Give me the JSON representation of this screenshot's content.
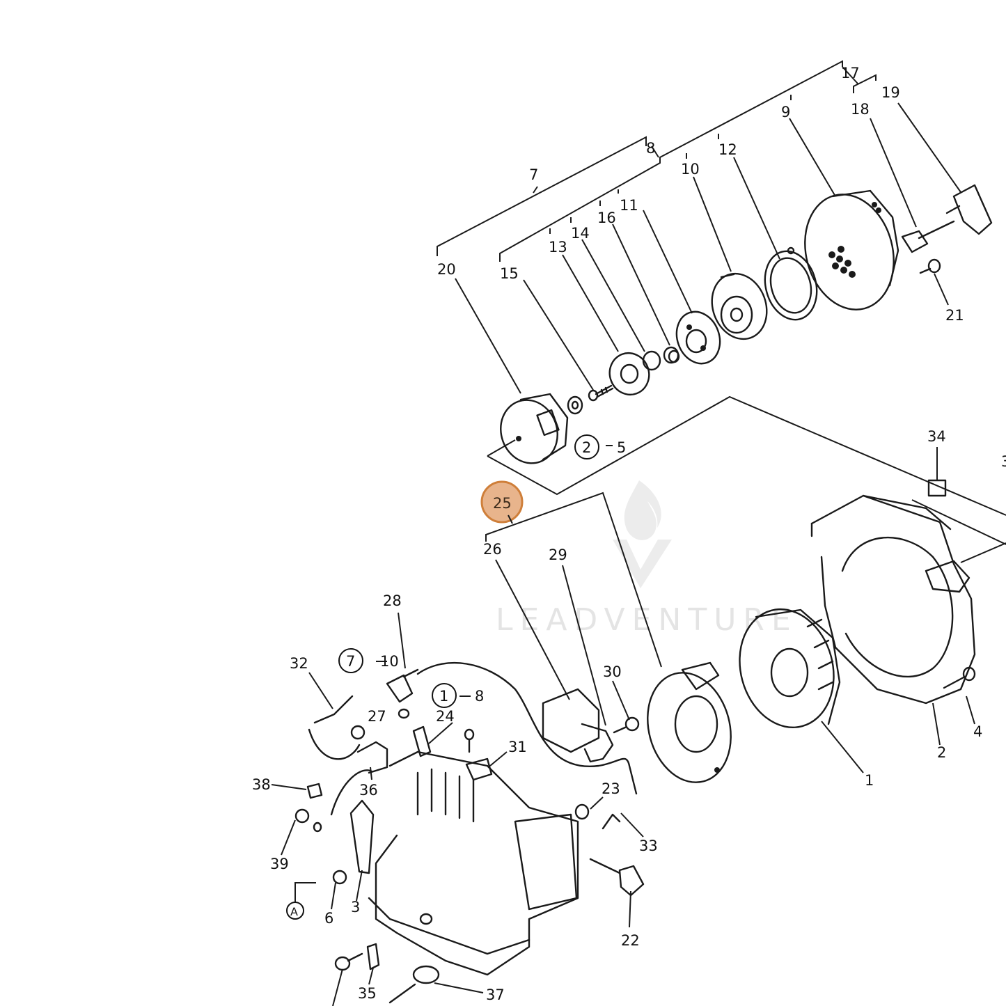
{
  "highlight": {
    "part_number": "25",
    "fill": "#e8b48c",
    "stroke": "#cf7f3a"
  },
  "watermark": {
    "text": "LEADVENTURE",
    "color": "#e4e4e4"
  },
  "callouts": {
    "c1": "1",
    "c2": "2",
    "c3": "3",
    "c4": "4",
    "c6": "6",
    "c7": "7",
    "c8": "8",
    "c9": "9",
    "c10": "10",
    "c11": "11",
    "c12": "12",
    "c13": "13",
    "c14": "14",
    "c15": "15",
    "c16": "16",
    "c17": "17",
    "c18": "18",
    "c19": "19",
    "c20": "20",
    "c21": "21",
    "c22": "22",
    "c23": "23",
    "c24": "24",
    "c26": "26",
    "c27": "27",
    "c28": "28",
    "c29": "29",
    "c30": "30",
    "c31": "31",
    "c32": "32",
    "c33": "33",
    "c34": "34",
    "c35": "35",
    "c36": "36",
    "c37": "37",
    "c38": "38",
    "c39": "39",
    "edge_partial": "3"
  },
  "refs": {
    "ref_2_5": {
      "circled": "2",
      "target": "5"
    },
    "ref_7_10": {
      "circled": "7",
      "target": "10"
    },
    "ref_1_8": {
      "circled": "1",
      "target": "8"
    },
    "ref_A": {
      "circled": "A"
    }
  }
}
